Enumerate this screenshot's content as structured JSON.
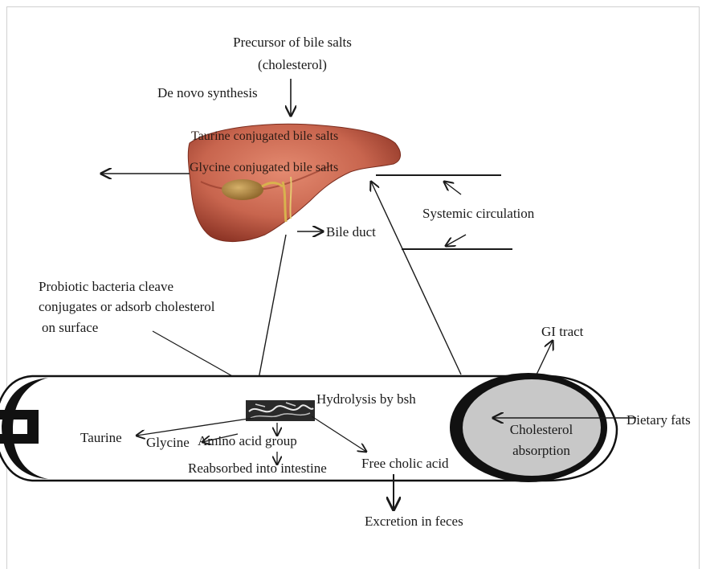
{
  "labels": {
    "precursor_line1": "Precursor of bile salts",
    "precursor_line2": "(cholesterol)",
    "de_novo": "De novo synthesis",
    "taurine_conj": "Taurine conjugated bile salts",
    "glycine_conj": "Glycine conjugated bile salts",
    "systemic": "Systemic circulation",
    "bile_duct": "Bile duct",
    "probiotic_line1": "Probiotic bacteria cleave",
    "probiotic_line2": "conjugates or adsorb cholesterol",
    "probiotic_line3": "on surface",
    "gi_tract": "GI tract",
    "hydrolysis": "Hydrolysis by bsh",
    "dietary_fats": "Dietary fats",
    "cholesterol": "Cholesterol",
    "absorption": "absorption",
    "taurine": "Taurine",
    "glycine": "Glycine",
    "amino_acid_group": "Amino acid group",
    "reabsorbed": "Reabsorbed into intestine",
    "free_cholic": "Free cholic acid",
    "excretion": "Excretion in feces"
  },
  "colors": {
    "liver": "#c8654e",
    "liver_dark": "#9c3f2c",
    "gallbladder": "#b8914a",
    "absorption_fill": "#c8c8c8",
    "line": "#1a1a1a"
  }
}
